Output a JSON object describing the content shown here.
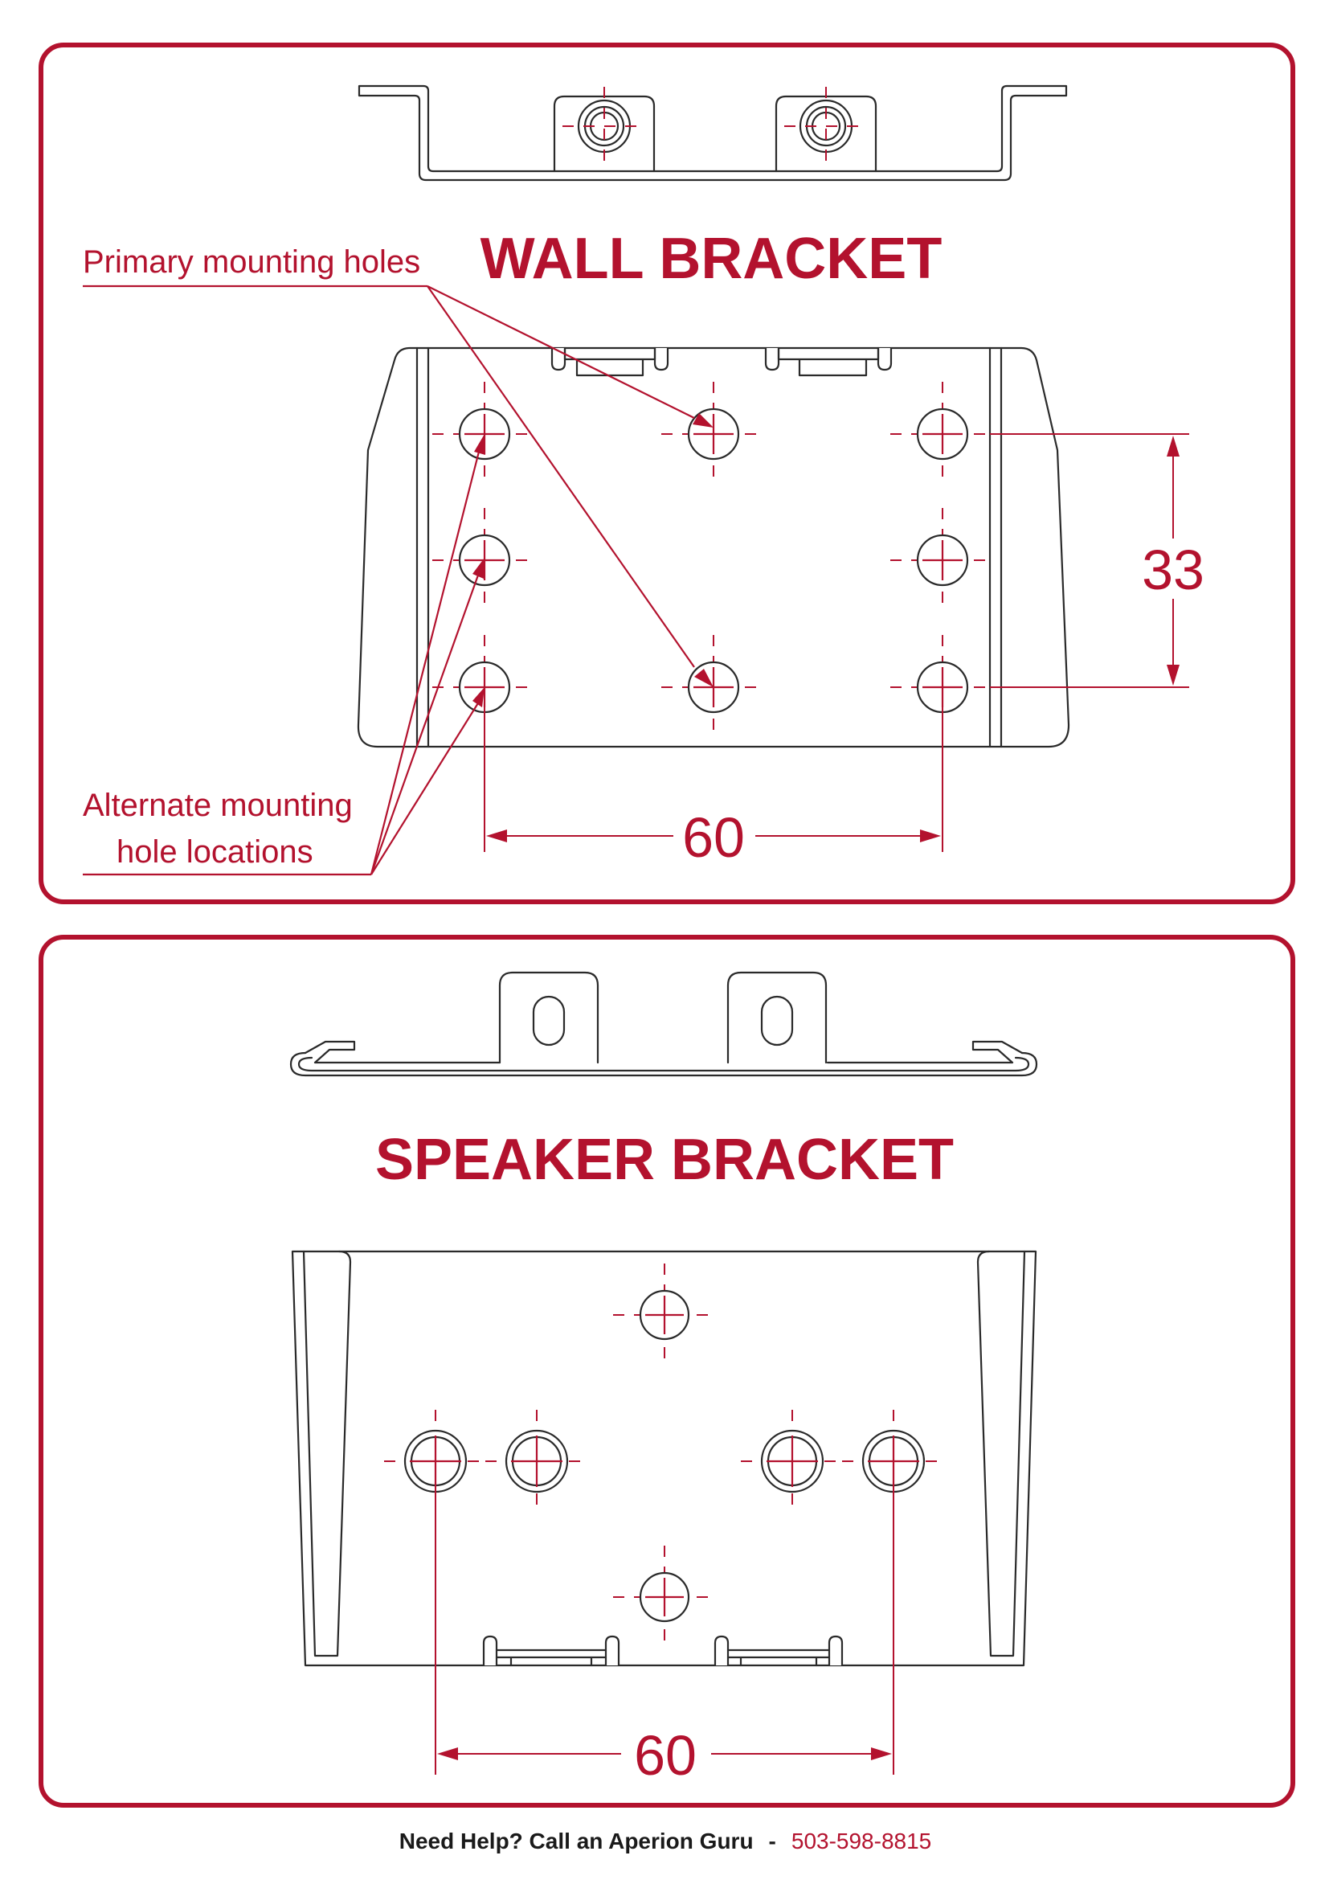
{
  "wall": {
    "title": "WALL BRACKET",
    "primary_label": "Primary mounting holes",
    "alternate_label_line1": "Alternate mounting",
    "alternate_label_line2": "hole locations",
    "dim_vertical": "33",
    "dim_horizontal": "60"
  },
  "speaker": {
    "title": "SPEAKER BRACKET",
    "dim_horizontal": "60"
  },
  "footer": {
    "help_text": "Need Help? Call an Aperion Guru",
    "separator": "-",
    "phone": "503-598-8815"
  },
  "colors": {
    "accent": "#b3122e",
    "line": "#2a2a2a"
  }
}
